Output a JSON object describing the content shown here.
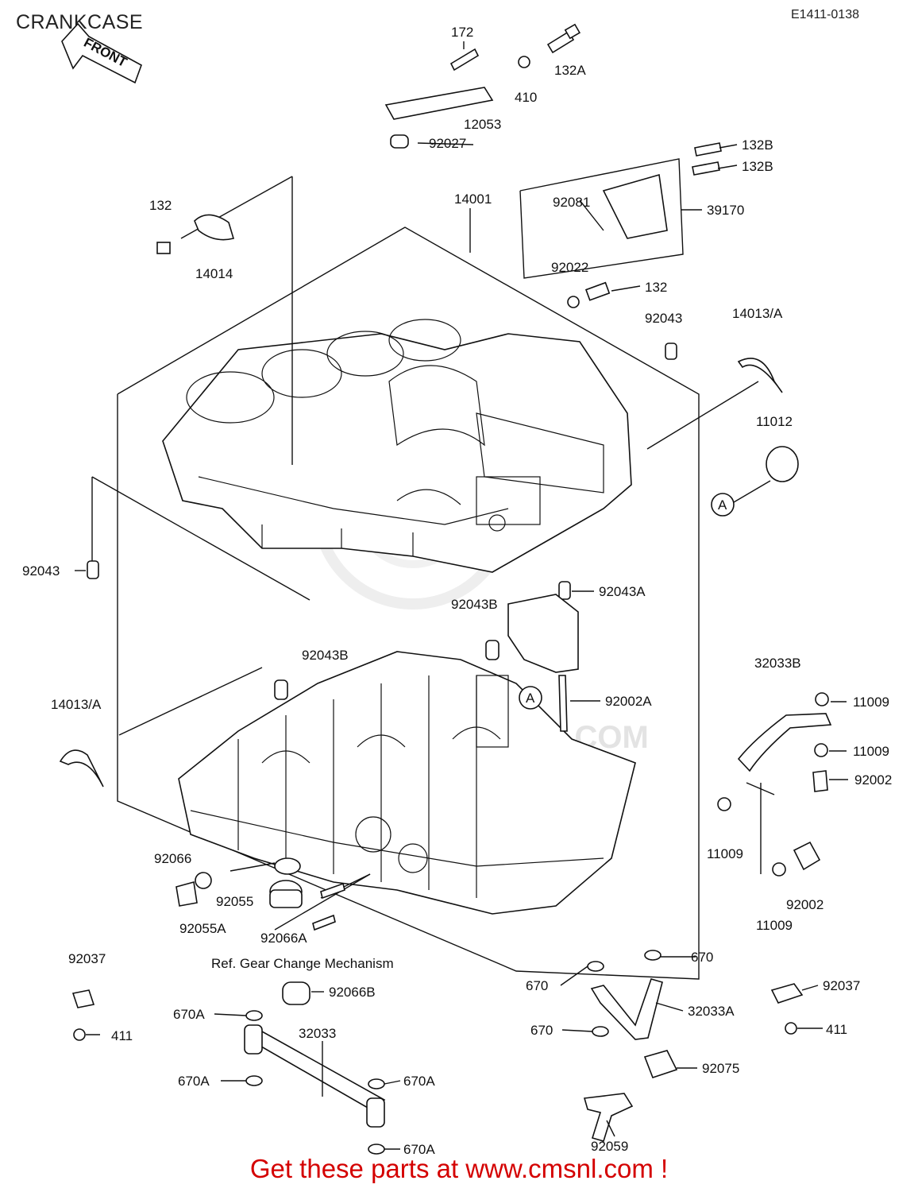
{
  "header": {
    "title": "CRANKCASE",
    "ref_code": "E1411-0138"
  },
  "front_arrow": {
    "text": "FRONT"
  },
  "watermark": {
    "text": "WWW.CMSNL.COM"
  },
  "note": {
    "text": "Ref. Gear Change Mechanism"
  },
  "callouts": [
    {
      "id": "172",
      "text": "172"
    },
    {
      "id": "132A",
      "text": "132A"
    },
    {
      "id": "410",
      "text": "410"
    },
    {
      "id": "12053",
      "text": "12053"
    },
    {
      "id": "92027",
      "text": "92027"
    },
    {
      "id": "132B-1",
      "text": "132B"
    },
    {
      "id": "132B-2",
      "text": "132B"
    },
    {
      "id": "132-top",
      "text": "132"
    },
    {
      "id": "14001",
      "text": "14001"
    },
    {
      "id": "92081",
      "text": "92081"
    },
    {
      "id": "39170",
      "text": "39170"
    },
    {
      "id": "14014",
      "text": "14014"
    },
    {
      "id": "92022",
      "text": "92022"
    },
    {
      "id": "132-mid",
      "text": "132"
    },
    {
      "id": "92043-top",
      "text": "92043"
    },
    {
      "id": "14013A-top",
      "text": "14013/A"
    },
    {
      "id": "11012",
      "text": "11012"
    },
    {
      "id": "A-right",
      "text": "A"
    },
    {
      "id": "92043-left",
      "text": "92043"
    },
    {
      "id": "92043A",
      "text": "92043A"
    },
    {
      "id": "92043B-1",
      "text": "92043B"
    },
    {
      "id": "92043B-2",
      "text": "92043B"
    },
    {
      "id": "32033B",
      "text": "32033B"
    },
    {
      "id": "14013A-left",
      "text": "14013/A"
    },
    {
      "id": "A-center",
      "text": "A"
    },
    {
      "id": "92002A",
      "text": "92002A"
    },
    {
      "id": "11009-1",
      "text": "11009"
    },
    {
      "id": "11009-2",
      "text": "11009"
    },
    {
      "id": "92002-1",
      "text": "92002"
    },
    {
      "id": "11009-3",
      "text": "11009"
    },
    {
      "id": "92066",
      "text": "92066"
    },
    {
      "id": "92055",
      "text": "92055"
    },
    {
      "id": "92055A",
      "text": "92055A"
    },
    {
      "id": "92066A",
      "text": "92066A"
    },
    {
      "id": "92002-2",
      "text": "92002"
    },
    {
      "id": "11009-4",
      "text": "11009"
    },
    {
      "id": "92037-left",
      "text": "92037"
    },
    {
      "id": "670-1",
      "text": "670"
    },
    {
      "id": "670-2",
      "text": "670"
    },
    {
      "id": "92066B",
      "text": "92066B"
    },
    {
      "id": "92037-right",
      "text": "92037"
    },
    {
      "id": "670A-1",
      "text": "670A"
    },
    {
      "id": "32033",
      "text": "32033"
    },
    {
      "id": "32033A",
      "text": "32033A"
    },
    {
      "id": "411-left",
      "text": "411"
    },
    {
      "id": "670-3",
      "text": "670"
    },
    {
      "id": "411-right",
      "text": "411"
    },
    {
      "id": "92075",
      "text": "92075"
    },
    {
      "id": "670A-2",
      "text": "670A"
    },
    {
      "id": "670A-3",
      "text": "670A"
    },
    {
      "id": "92059",
      "text": "92059"
    },
    {
      "id": "670A-4",
      "text": "670A"
    }
  ],
  "footer": {
    "promo": "Get these parts at www.cmsnl.com !"
  }
}
